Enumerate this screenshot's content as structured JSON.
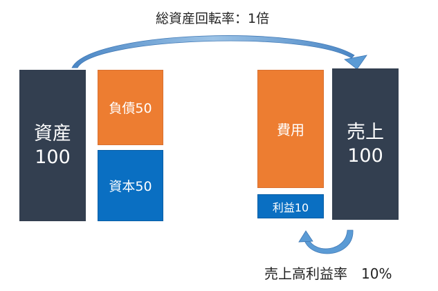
{
  "title": "総資産回転率：1倍",
  "balance_sheet": {
    "assets": {
      "label": "資産",
      "value": "100"
    },
    "liabilities": {
      "label": "負債50"
    },
    "equity": {
      "label": "資本50"
    }
  },
  "income_statement": {
    "expenses": {
      "label": "費用"
    },
    "profit": {
      "label": "利益10"
    },
    "sales": {
      "label": "売上",
      "value": "100"
    }
  },
  "margin_label": "売上高利益率　10%",
  "colors": {
    "navy": "#333f50",
    "orange": "#ed7d31",
    "blue": "#0a6fc2",
    "arrow": "#5b9bd5"
  }
}
